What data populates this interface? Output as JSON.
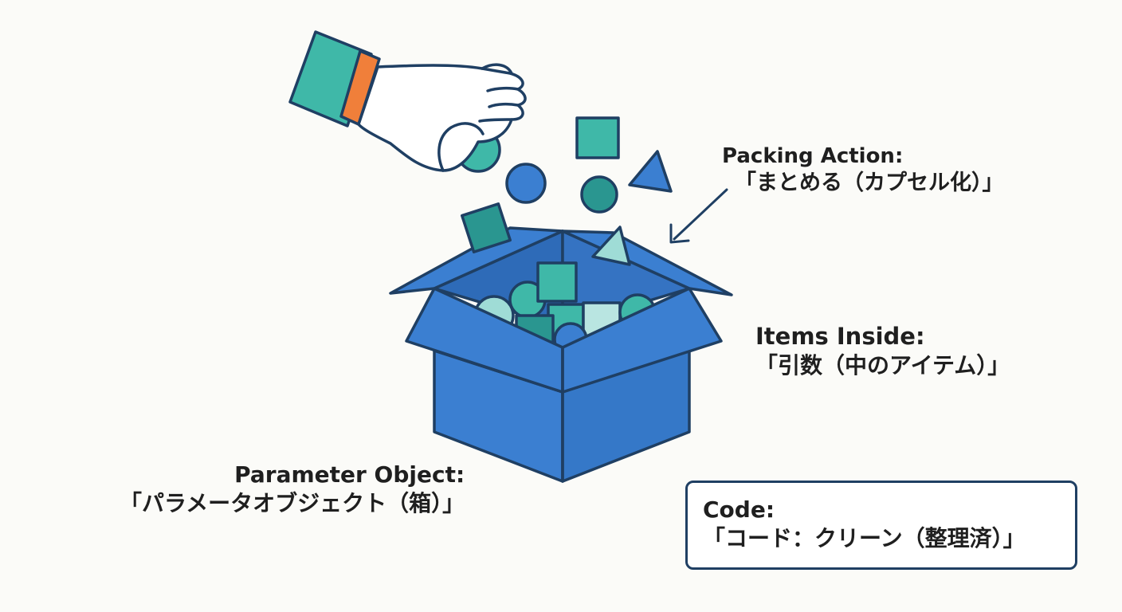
{
  "labels": {
    "packing_action": {
      "title": "Packing Action:",
      "subtitle": "「まとめる（カプセル化）」"
    },
    "items_inside": {
      "title": "Items Inside:",
      "subtitle": "「引数（中のアイテム）」"
    },
    "parameter_object": {
      "title": "Parameter Object:",
      "subtitle": "「パラメータオブジェクト（箱）」"
    },
    "code": {
      "title": "Code:",
      "subtitle": "「コード：クリーン（整理済）」"
    }
  },
  "colors": {
    "box_blue": "#3b7fd1",
    "outline_navy": "#1f3f63",
    "teal": "#3fb8a8",
    "dark_teal": "#2a9690",
    "mint": "#9fdcd6",
    "cuff_orange": "#f07f3a",
    "background": "#fbfbf8"
  },
  "icons": [
    "hand-icon",
    "open-box-icon",
    "circle-shape",
    "square-shape",
    "triangle-shape",
    "arrow-icon"
  ]
}
